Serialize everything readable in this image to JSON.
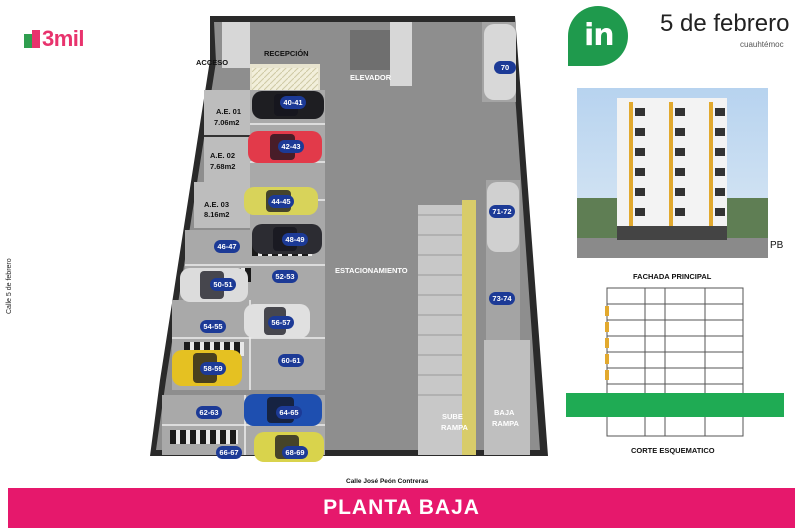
{
  "brand": {
    "logo_text": "3mil"
  },
  "header": {
    "title": "5 de febrero",
    "subtitle": "cuauhtémoc",
    "logo_in": "in"
  },
  "plan": {
    "labels": {
      "acceso": "ACCESO",
      "recepcion": "RECEPCIÓN",
      "elevador": "ELEVADOR",
      "estacionamiento": "ESTACIONAMIENTO",
      "ae01": "A.E. 01",
      "ae01_area": "7.06m2",
      "ae02": "A.E. 02",
      "ae02_area": "7.68m2",
      "ae03": "A.E. 03",
      "ae03_area": "8.16m2",
      "sube": "SUBE",
      "baja": "BAJA",
      "rampa1": "RAMPA",
      "rampa2": "RAMPA",
      "street_bottom": "Calle José Peón Contreras",
      "street_left": "Calle 5 de febrero"
    },
    "spots": [
      "40-41",
      "42-43",
      "44-45",
      "46-47",
      "48-49",
      "50-51",
      "52-53",
      "54-55",
      "56-57",
      "58-59",
      "60-61",
      "62-63",
      "64-65",
      "66-67",
      "68-69",
      "70",
      "71-72",
      "73-74"
    ]
  },
  "side": {
    "pb": "PB",
    "fachada": "FACHADA PRINCIPAL",
    "corte": "CORTE ESQUEMATICO"
  },
  "footer": {
    "title": "PLANTA BAJA"
  },
  "colors": {
    "pink": "#e6186c",
    "green": "#1f9a4d",
    "badge": "#1c3a96"
  }
}
